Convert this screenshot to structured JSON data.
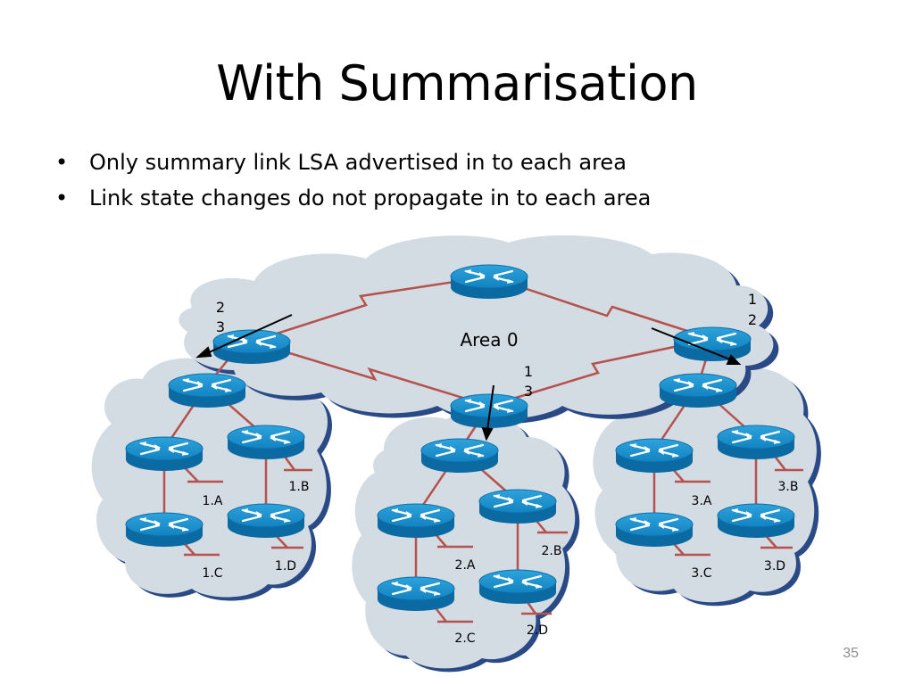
{
  "slide": {
    "title": "With Summarisation",
    "bullets": [
      "Only summary link LSA advertised in to each area",
      "Link state changes do not propagate in to each area"
    ],
    "page_number": "35"
  },
  "diagram": {
    "backbone_label": "Area 0",
    "update_counts": {
      "left": [
        "2",
        "3"
      ],
      "middle": [
        "1",
        "3"
      ],
      "right": [
        "1",
        "2"
      ]
    },
    "area1_subnets": [
      "1.A",
      "1.B",
      "1.C",
      "1.D"
    ],
    "area2_subnets": [
      "2.A",
      "2.B",
      "2.C",
      "2.D"
    ],
    "area3_subnets": [
      "3.A",
      "3.B",
      "3.C",
      "3.D"
    ],
    "colors": {
      "cloud_fill": "#d3dbe3",
      "cloud_shadow": "#2a4a86",
      "router_fill": "#1587c6",
      "router_dark": "#0b5f93",
      "link": "#b5524e"
    }
  }
}
